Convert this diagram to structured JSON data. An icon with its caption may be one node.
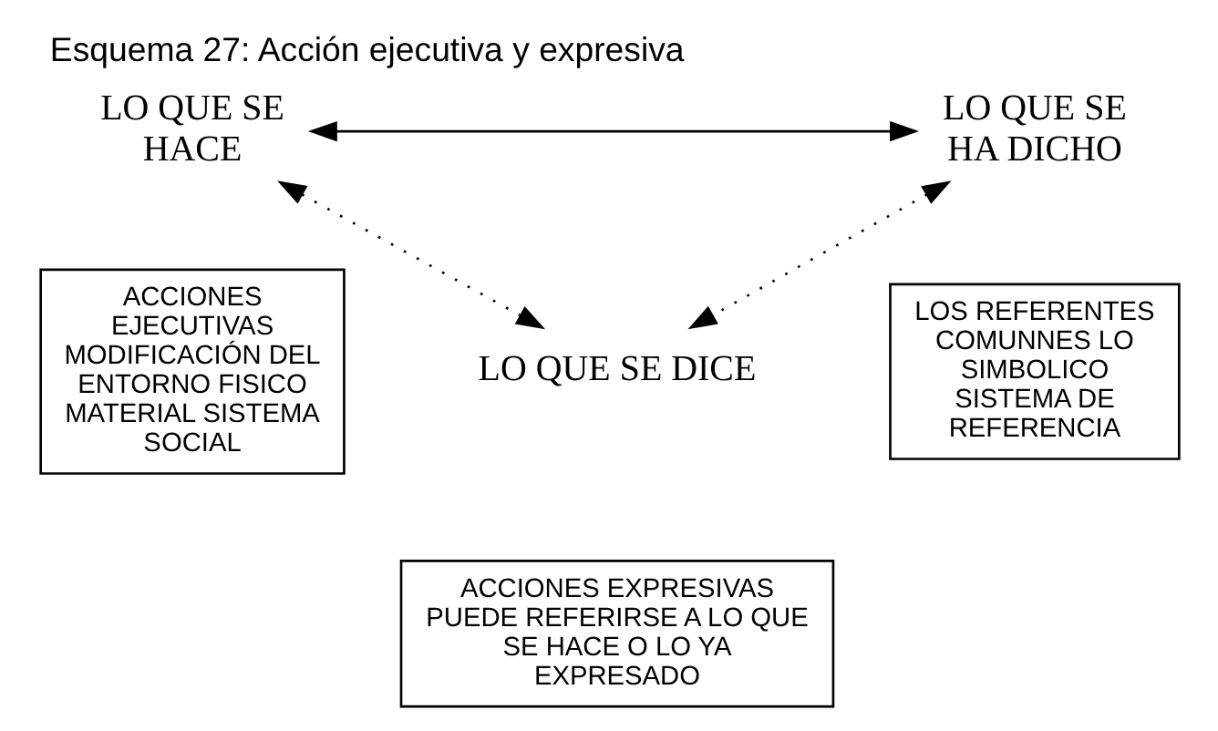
{
  "diagram": {
    "title": "Esquema 27: Acción ejecutiva y expresiva",
    "nodes": [
      {
        "text": [
          "LO QUE SE HACE"
        ]
      },
      {
        "text": [
          "LO QUE SE HA DICHO"
        ]
      },
      {
        "text": [
          "ACCIONES EJECUTIVAS MODIFICACIÓN DEL ENTORNO FISICO MATERIAL SISTEMA SOCIAL"
        ]
      },
      {
        "text": [
          "LOS REFERENTES COMUNNES LO SIMBOLICO SISTEMA DE REFERENCIA"
        ]
      },
      {
        "text": [
          "LO QUE SE DICE"
        ]
      },
      {
        "text": [
          "ACCIONES EXPRESIVAS PUEDE REFERIRSE A LO QUE SE HACE O LO YA EXPRESADO"
        ]
      }
    ],
    "edges": [
      {
        "from": 0,
        "to": 1,
        "arrow": "both"
      },
      {
        "from": 0,
        "to": 4,
        "arrow": "both",
        "style": "dashed"
      },
      {
        "from": 1,
        "to": 4,
        "arrow": "both",
        "style": "dashed"
      }
    ]
  }
}
